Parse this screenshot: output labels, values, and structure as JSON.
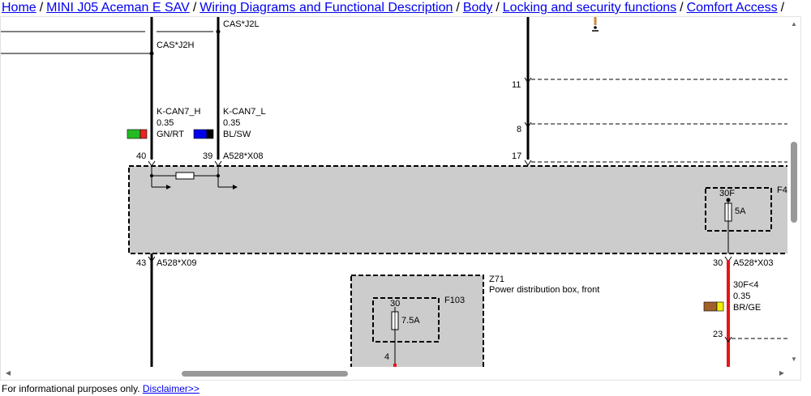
{
  "breadcrumb": {
    "separator": "/",
    "items": [
      {
        "label": "Home"
      },
      {
        "label": "MINI J05 Aceman E SAV"
      },
      {
        "label": "Wiring Diagrams and Functional Description"
      },
      {
        "label": "Body"
      },
      {
        "label": "Locking and security functions"
      },
      {
        "label": "Comfort Access"
      }
    ]
  },
  "diagram": {
    "labels": {
      "cas_j2l": "CAS*J2L",
      "cas_j2h": "CAS*J2H",
      "kcan_h_name": "K-CAN7_H",
      "kcan_h_size": "0.35",
      "kcan_h_color": "GN/RT",
      "kcan_l_name": "K-CAN7_L",
      "kcan_l_size": "0.35",
      "kcan_l_color": "BL/SW",
      "pin_40": "40",
      "pin_39": "39",
      "conn_x08": "A528*X08",
      "pin_11": "11",
      "pin_8": "8",
      "pin_17": "17",
      "fuse_f4_pin": "30F",
      "fuse_f4_rating": "5A",
      "fuse_f4_name": "F4",
      "pin_43": "43",
      "conn_x09": "A528*X09",
      "pin_30": "30",
      "conn_x03": "A528*X03",
      "z71_id": "Z71",
      "z71_desc": "Power distribution box, front",
      "f103_name": "F103",
      "f103_pin": "30",
      "f103_rating": "7.5A",
      "pin_4": "4",
      "wire_30f_name": "30F<4",
      "wire_30f_size": "0.35",
      "wire_30f_color": "BR/GE",
      "pin_23": "23"
    },
    "colors": {
      "module_fill": "#cccccc",
      "kcan_h_swatch": [
        "#22bb22",
        "#ee2222"
      ],
      "kcan_l_swatch": [
        "#0000ee",
        "#000000"
      ],
      "wire_30f_swatch": [
        "#a0612a",
        "#f0f000"
      ],
      "wire_red": "#e8131a",
      "warning": "#c98b3a"
    }
  },
  "footer": {
    "text": "For informational purposes only.",
    "link": "Disclaimer>>"
  }
}
